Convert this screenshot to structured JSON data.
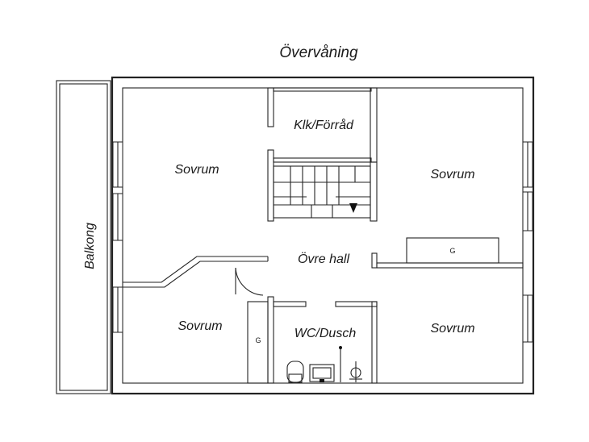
{
  "plan": {
    "title": "Övervåning",
    "balcony": "Balkong",
    "rooms": {
      "bedroom_top_left": "Sovrum",
      "storage": "Klk/Förråd",
      "bedroom_top_right": "Sovrum",
      "upper_hall": "Övre hall",
      "bedroom_bottom_left": "Sovrum",
      "wc_shower": "WC/Dusch",
      "bedroom_bottom_right": "Sovrum"
    },
    "wardrobes": {
      "wardrobe_right": "G",
      "wardrobe_left": "G"
    }
  }
}
